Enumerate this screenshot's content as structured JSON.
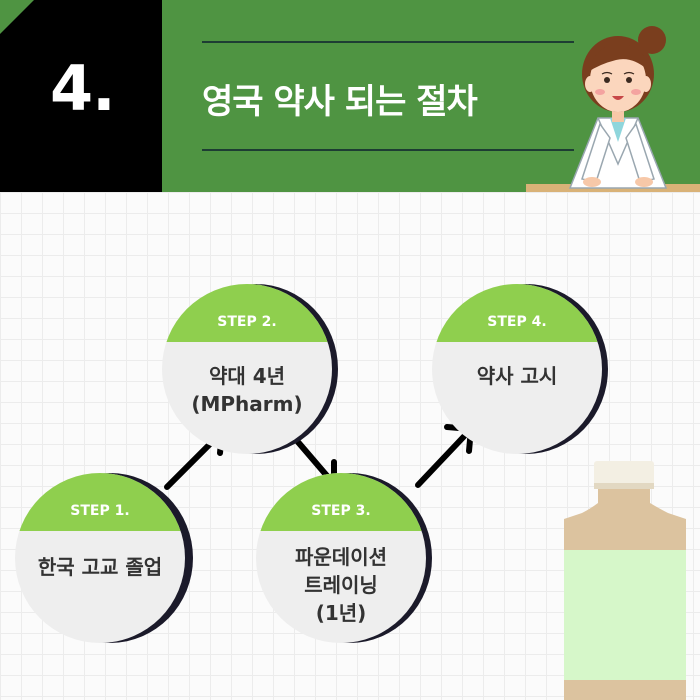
{
  "header": {
    "number": "4.",
    "title": "영국 약사 되는 절차"
  },
  "steps": [
    {
      "label": "STEP 1.",
      "text": "한국 고교 졸업"
    },
    {
      "label": "STEP 2.",
      "text": "약대 4년\n(MPharm)"
    },
    {
      "label": "STEP 3.",
      "text": "파운데이션\n트레이닝\n(1년)"
    },
    {
      "label": "STEP 4.",
      "text": "약사 고시"
    }
  ],
  "colors": {
    "header_green": "#4f9442",
    "step_cap_green": "#8fcf4e",
    "circle_fill": "#eeeeee",
    "shadow": "#1b1a2a"
  },
  "icons": [
    "pharmacist-illustration",
    "medicine-bottle-illustration",
    "arrow-icon"
  ]
}
